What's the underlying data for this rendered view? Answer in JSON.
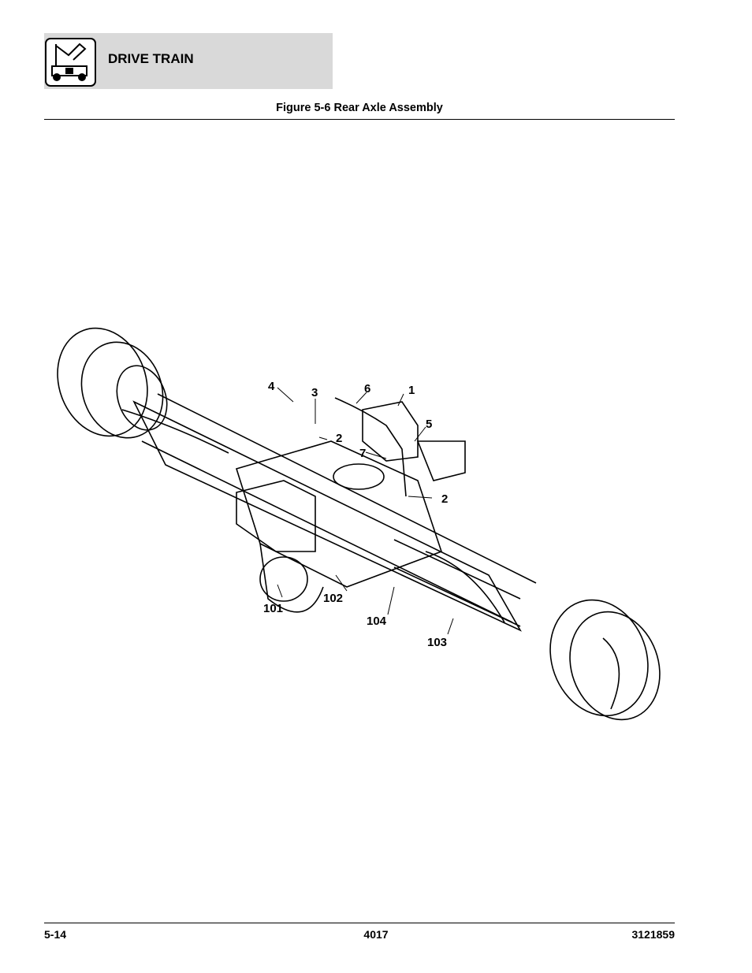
{
  "header": {
    "section_title": "DRIVE TRAIN",
    "icon": "drive-train-icon"
  },
  "figure": {
    "title": "Figure 5-6 Rear Axle Assembly",
    "callouts": [
      "4",
      "3",
      "6",
      "1",
      "5",
      "2",
      "7",
      "2",
      "101",
      "102",
      "104",
      "103"
    ]
  },
  "footer": {
    "page_number": "5-14",
    "model": "4017",
    "document_number": "3121859"
  }
}
